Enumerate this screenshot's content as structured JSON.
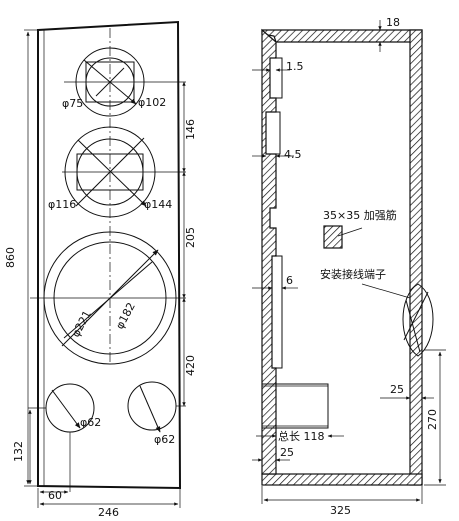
{
  "front_view": {
    "tweeter_hole": "φ75",
    "tweeter_mount": "φ102",
    "mid_hole": "φ116",
    "mid_mount": "φ144",
    "woofer_outer": "φ221",
    "woofer_inner": "φ182",
    "port_left": "φ62",
    "port_right": "φ62",
    "dim_146": "146",
    "dim_205": "205",
    "dim_420": "420",
    "dim_860": "860",
    "dim_132": "132",
    "dim_60": "60",
    "dim_246": "246"
  },
  "section_view": {
    "top_wall": "18",
    "baffle_step1": "1.5",
    "baffle_step2": "4.5",
    "baffle_step3": "6",
    "brace_label": "35×35 加强筋",
    "terminal_label": "安装接线端子",
    "port_total_length": "总长 118",
    "port_wall": "25",
    "back_wall": "25",
    "terminal_height": "270",
    "depth": "325"
  }
}
